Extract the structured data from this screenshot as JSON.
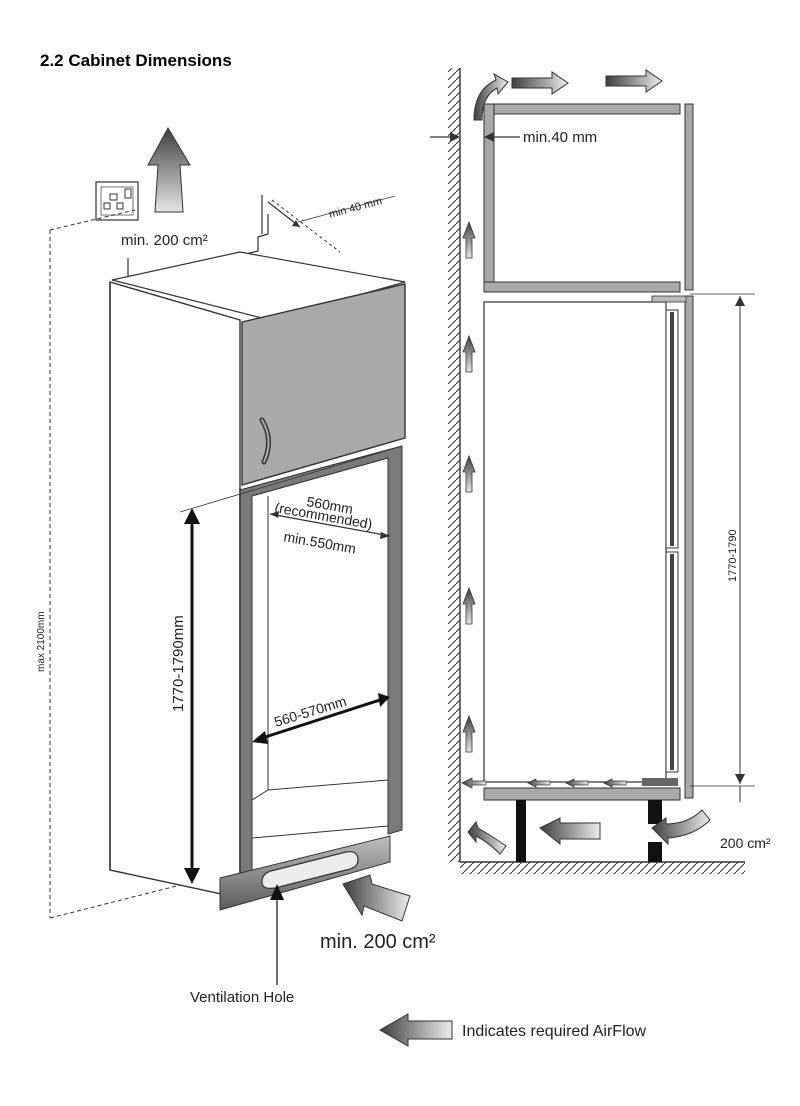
{
  "section_title": "2.2 Cabinet Dimensions",
  "left_view": {
    "top_vent_area": "min. 200 cm²",
    "top_gap": "min 40 mm",
    "overall_height": "max 2100mm",
    "niche_height": "1770-1790mm",
    "depth_value": "560mm",
    "depth_note": "(recommended)",
    "depth_min": "min.550mm",
    "width": "560-570mm",
    "bottom_vent_area": "min. 200 cm²",
    "ventilation_hole": "Ventilation Hole"
  },
  "right_view": {
    "top_gap": "min.40 mm",
    "appliance_height": "1770-1790",
    "bottom_vent_area": "200 cm²"
  },
  "legend": {
    "airflow": "Indicates required AirFlow"
  },
  "colors": {
    "panel_gray": "#a9a9a9",
    "panel_dark": "#666666",
    "line": "#1a1a1a",
    "arrow_light": "#e0e0e0",
    "arrow_dark": "#454545"
  }
}
